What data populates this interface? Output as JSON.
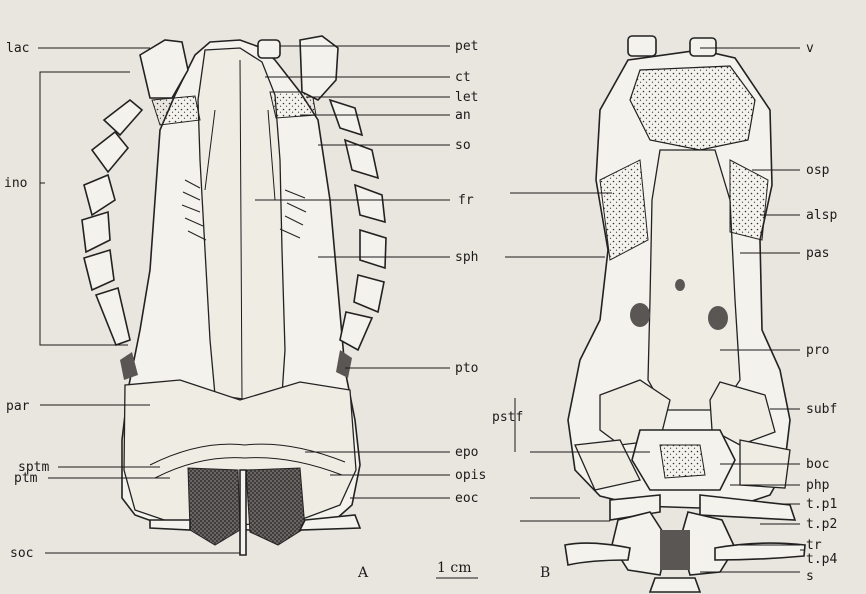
{
  "figure": {
    "panel_a_label": "A",
    "panel_b_label": "B",
    "scale_bar_label": "1 cm"
  },
  "labels": {
    "lac": "lac",
    "ino": "ino",
    "par": "par",
    "sptm": "sptm",
    "ptm": "ptm",
    "soc": "soc",
    "pet": "pet",
    "ct": "ct",
    "let": "let",
    "an": "an",
    "so": "so",
    "fr": "fr",
    "sph": "sph",
    "pto": "pto",
    "epo": "epo",
    "eoc": "eoc",
    "pstf": "pstf",
    "opis": "opis",
    "v": "v",
    "osp": "osp",
    "alsp": "alsp",
    "pas": "pas",
    "pro": "pro",
    "subf": "subf",
    "boc": "boc",
    "php": "php",
    "t_p1": "t.p1",
    "t_p2": "t.p2",
    "tr": "tr",
    "t_p4": "t.p4",
    "s": "s"
  },
  "colors": {
    "paper": "#e9e6df",
    "ink": "#1b1b1b",
    "stipple": "#5a5654"
  }
}
